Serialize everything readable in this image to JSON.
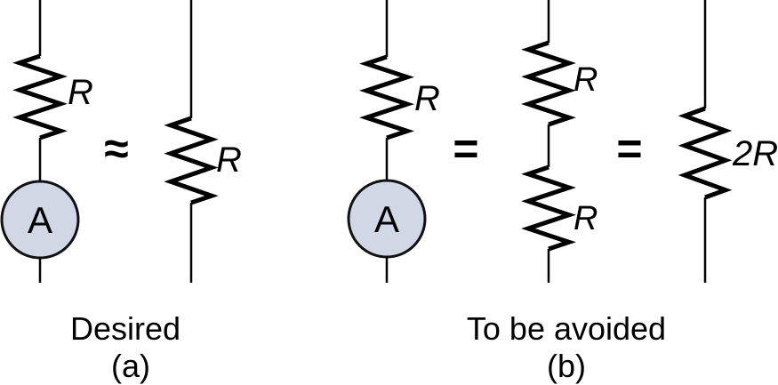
{
  "figure": {
    "panel_a": {
      "caption": "Desired",
      "tag": "(a)",
      "relation": "≈",
      "resistor_label": "R",
      "ammeter_label": "A",
      "equivalent_resistor_label": "R"
    },
    "panel_b": {
      "caption": "To be avoided",
      "tag": "(b)",
      "relation_1": "=",
      "relation_2": "=",
      "resistor_label": "R",
      "ammeter_label": "A",
      "series_resistor_top_label": "R",
      "series_resistor_bottom_label": "R",
      "equivalent_resistor_label": "2R"
    },
    "colors": {
      "wire": "#000000",
      "ammeter_fill": "#d2d7e6",
      "text": "#000000"
    }
  }
}
